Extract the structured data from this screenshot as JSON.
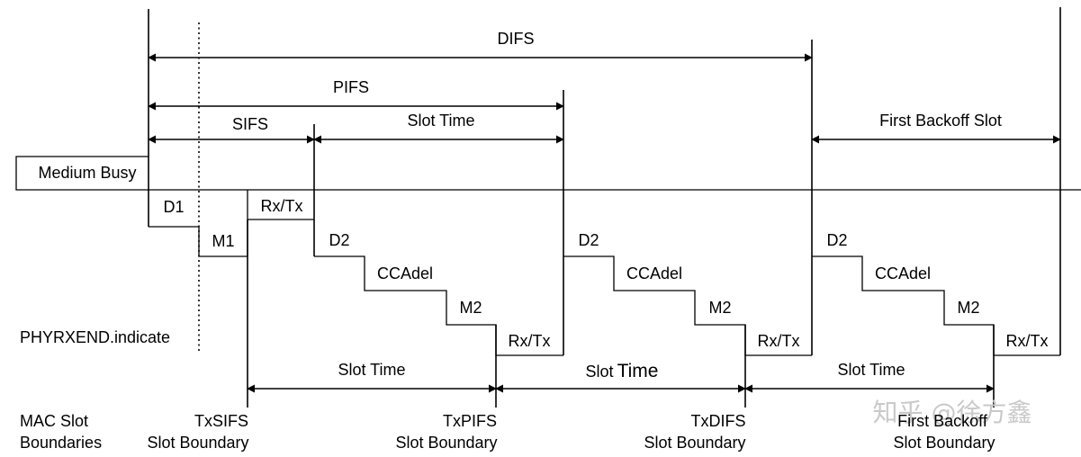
{
  "intervals": {
    "difs": "DIFS",
    "pifs": "PIFS",
    "sifs": "SIFS",
    "slot_time_top": "Slot Time",
    "first_backoff_slot": "First Backoff Slot"
  },
  "medium_busy": "Medium Busy",
  "steps": {
    "d1": "D1",
    "m1": "M1",
    "rxtx_1": "Rx/Tx",
    "d2_a": "D2",
    "ccadel_a": "CCAdel",
    "m2_a": "M2",
    "rxtx_a": "Rx/Tx",
    "d2_b": "D2",
    "ccadel_b": "CCAdel",
    "m2_b": "M2",
    "rxtx_b": "Rx/Tx",
    "d2_c": "D2",
    "ccadel_c": "CCAdel",
    "m2_c": "M2",
    "rxtx_c": "Rx/Tx"
  },
  "phyrxend": "PHYRXEND.indicate",
  "bottom_slots": {
    "slot1": "Slot Time",
    "slot2_prefix": "Slot",
    "slot2_suffix": "Time",
    "slot3": "Slot Time"
  },
  "boundaries": {
    "mac_line1": "MAC Slot",
    "mac_line2": "Boundaries",
    "txsifs_line1": "TxSIFS",
    "txsifs_line2": "Slot Boundary",
    "txpifs_line1": "TxPIFS",
    "txpifs_line2": "Slot Boundary",
    "txdifs_line1": "TxDIFS",
    "txdifs_line2": "Slot Boundary",
    "backoff_line1": "First Backoff",
    "backoff_line2": "Slot Boundary"
  },
  "watermark": "知乎 @徐方鑫"
}
